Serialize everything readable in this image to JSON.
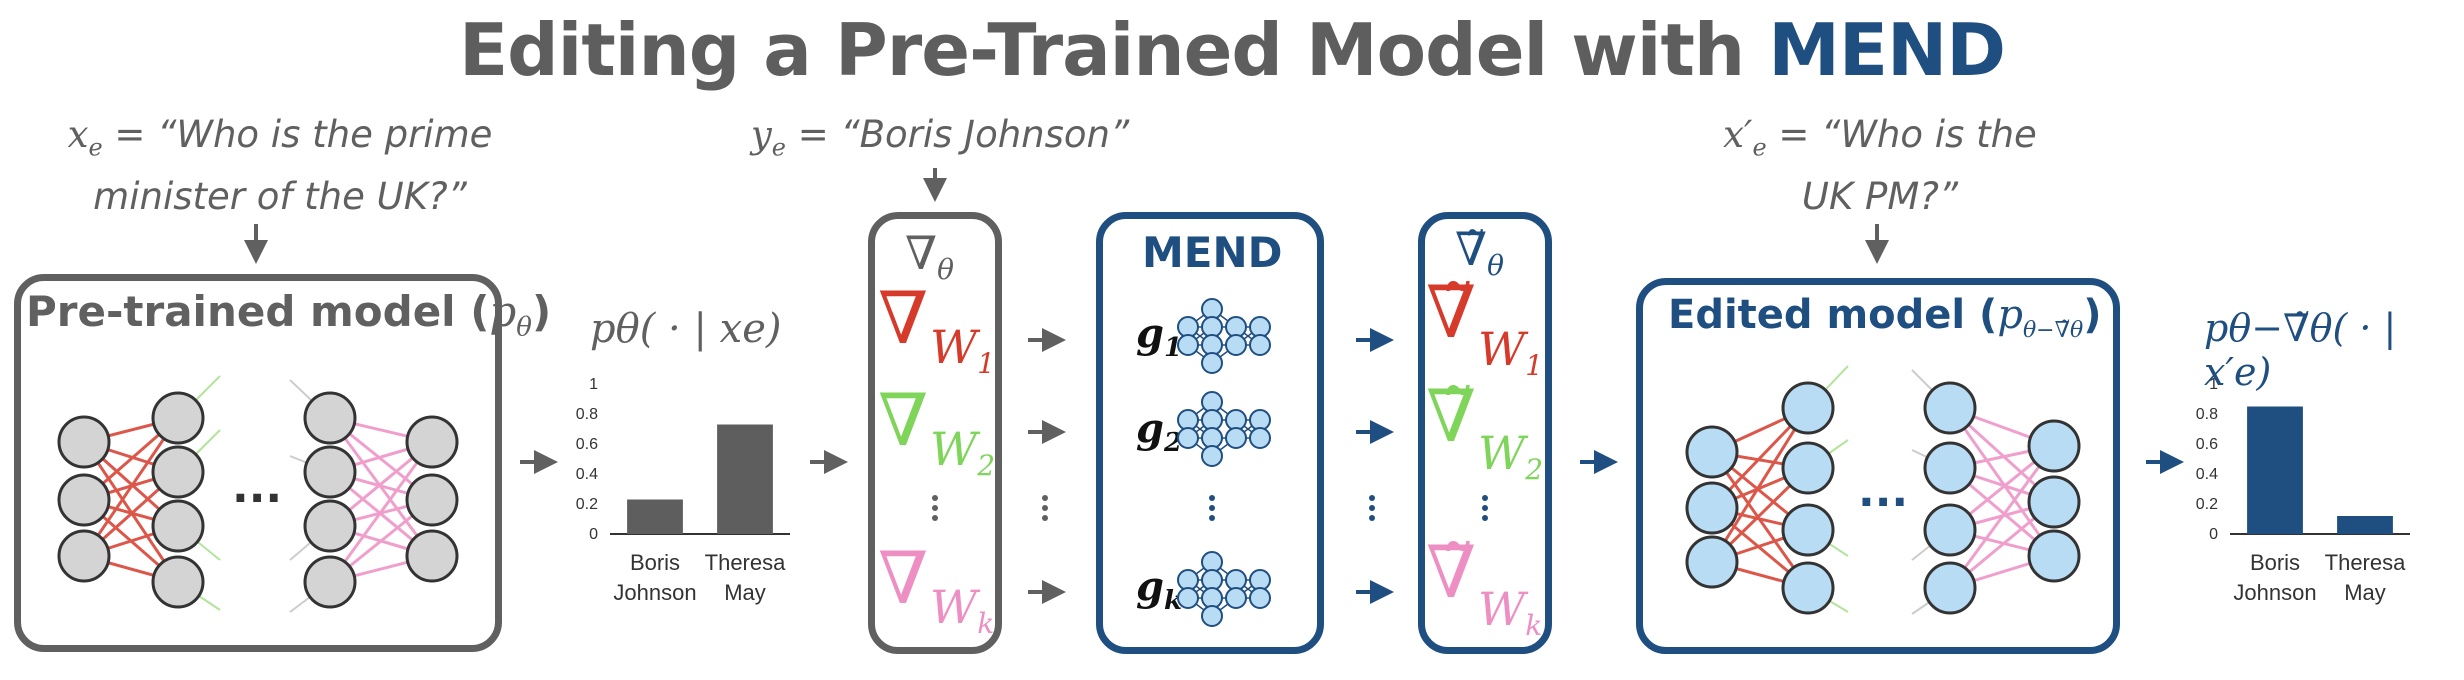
{
  "title": {
    "prefix": "Editing a Pre-Trained Model with ",
    "accent": "MEND"
  },
  "inputs": {
    "xe_var": "x",
    "xe_sub": "e",
    "xe_text_line1": " = “Who is the prime",
    "xe_text_line2": "minister of the UK?”",
    "ye_var": "y",
    "ye_sub": "e",
    "ye_text": " = “Boris Johnson”",
    "xe2_var": "x′",
    "xe2_sub": "e",
    "xe2_text_line1": " = “Who is the",
    "xe2_text_line2": "UK PM?”"
  },
  "pretrained_box": {
    "label": "Pre-trained model (",
    "math": "p",
    "math_sub": "θ",
    "close": ")"
  },
  "edited_box": {
    "label": "Edited model (",
    "math": "p",
    "math_sub": "θ−∇̃θ",
    "close": ")"
  },
  "mend_box": {
    "label": "MEND",
    "g_labels": [
      "g",
      "g",
      "g"
    ],
    "g_subs": [
      "1",
      "2",
      "k"
    ]
  },
  "grad_box": {
    "header": "∇",
    "header_sub": "θ",
    "items": [
      {
        "sym": "∇",
        "w": "W",
        "sub": "1"
      },
      {
        "sym": "∇",
        "w": "W",
        "sub": "2"
      },
      {
        "sym": "∇",
        "w": "W",
        "sub": "k"
      }
    ]
  },
  "tgrad_box": {
    "header": "∇̃",
    "header_sub": "θ",
    "items": [
      {
        "sym": "∇̃",
        "w": "W",
        "sub": "1"
      },
      {
        "sym": "∇̃",
        "w": "W",
        "sub": "2"
      },
      {
        "sym": "∇̃",
        "w": "W",
        "sub": "k"
      }
    ]
  },
  "dots": "...",
  "colors": {
    "gray": "#606060",
    "blue": "#1f4e80",
    "red": "#d63a2a",
    "green": "#7fd45a",
    "pink": "#ee8fc4",
    "node_gray": "#d4d4d4",
    "node_blue": "#b9dcf5"
  },
  "chart_data": [
    {
      "type": "bar",
      "title": "pθ( · | xe)",
      "categories": [
        "Boris\nJohnson",
        "Theresa\nMay"
      ],
      "values": [
        0.23,
        0.73
      ],
      "ylim": [
        0,
        1
      ],
      "yticks": [
        "0",
        "0.2",
        "0.4",
        "0.6",
        "0.8",
        "1"
      ],
      "color": "#5e5e5e"
    },
    {
      "type": "bar",
      "title": "pθ−∇̃θ( · | x′e)",
      "categories": [
        "Boris\nJohnson",
        "Theresa\nMay"
      ],
      "values": [
        0.85,
        0.12
      ],
      "ylim": [
        0,
        1
      ],
      "yticks": [
        "0",
        "0.2",
        "0.4",
        "0.6",
        "0.8",
        "1"
      ],
      "color": "#1f4e80"
    }
  ]
}
